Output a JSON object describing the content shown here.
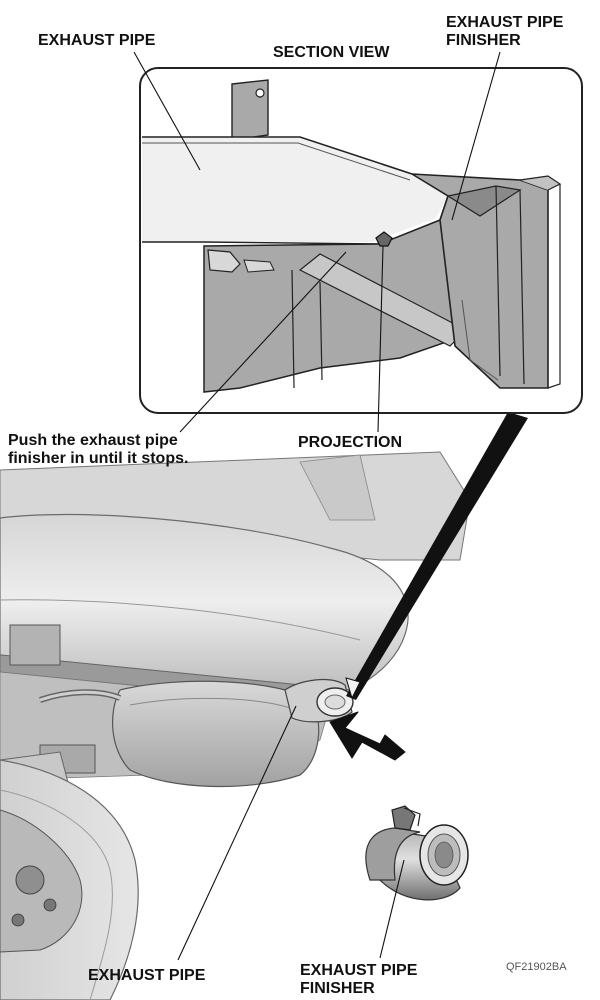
{
  "labels": {
    "exhaust_pipe_top": "EXHAUST PIPE",
    "section_view": "SECTION VIEW",
    "exhaust_pipe_finisher_top": [
      "EXHAUST PIPE",
      "FINISHER"
    ],
    "instruction": [
      "Push the exhaust pipe",
      "finisher in until it stops."
    ],
    "projection": "PROJECTION",
    "exhaust_pipe_bottom": "EXHAUST PIPE",
    "exhaust_pipe_finisher_bottom": [
      "EXHAUST PIPE",
      "FINISHER"
    ],
    "figure_code": "QF21902BA"
  },
  "colors": {
    "line": "#111111",
    "part_fill": "#a9a9a9",
    "part_dark": "#7c7c7c",
    "body_light": "#dcdcdc",
    "body_mid": "#c4c4c4",
    "body_dark": "#8e8e8e"
  }
}
